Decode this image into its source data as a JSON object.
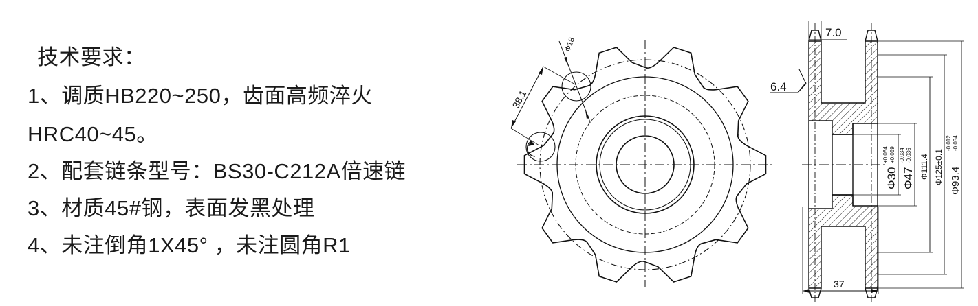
{
  "requirements": {
    "title": "技术要求：",
    "items": [
      "1、调质HB220~250，齿面高频淬火",
      "HRC40~45。",
      "2、配套链条型号：BS30-C212A倍速链",
      "3、材质45#钢，表面发黑处理",
      "4、未注倒角1X45° ，未注圆角R1"
    ]
  },
  "front_view": {
    "dims": {
      "roller_dia": "Φ18",
      "pitch": "38.1"
    },
    "teeth_count": 10
  },
  "section_view": {
    "dims": {
      "tooth_width": "7.0",
      "roughness": "6.4",
      "total_width": "37",
      "bore": "Φ30",
      "bore_tol_upper": "+0.084",
      "bore_tol_lower": "+0.059",
      "hub": "Φ47",
      "hub_tol_upper": "-0.034",
      "hub_tol_lower": "-0.036",
      "d111": "Φ111.4",
      "d125": "Φ125±0.1",
      "d93": "Φ93.4",
      "d93_tol_upper": "-0.012",
      "d93_tol_lower": "-0.034"
    }
  },
  "colors": {
    "line": "#111111",
    "background": "#ffffff"
  }
}
